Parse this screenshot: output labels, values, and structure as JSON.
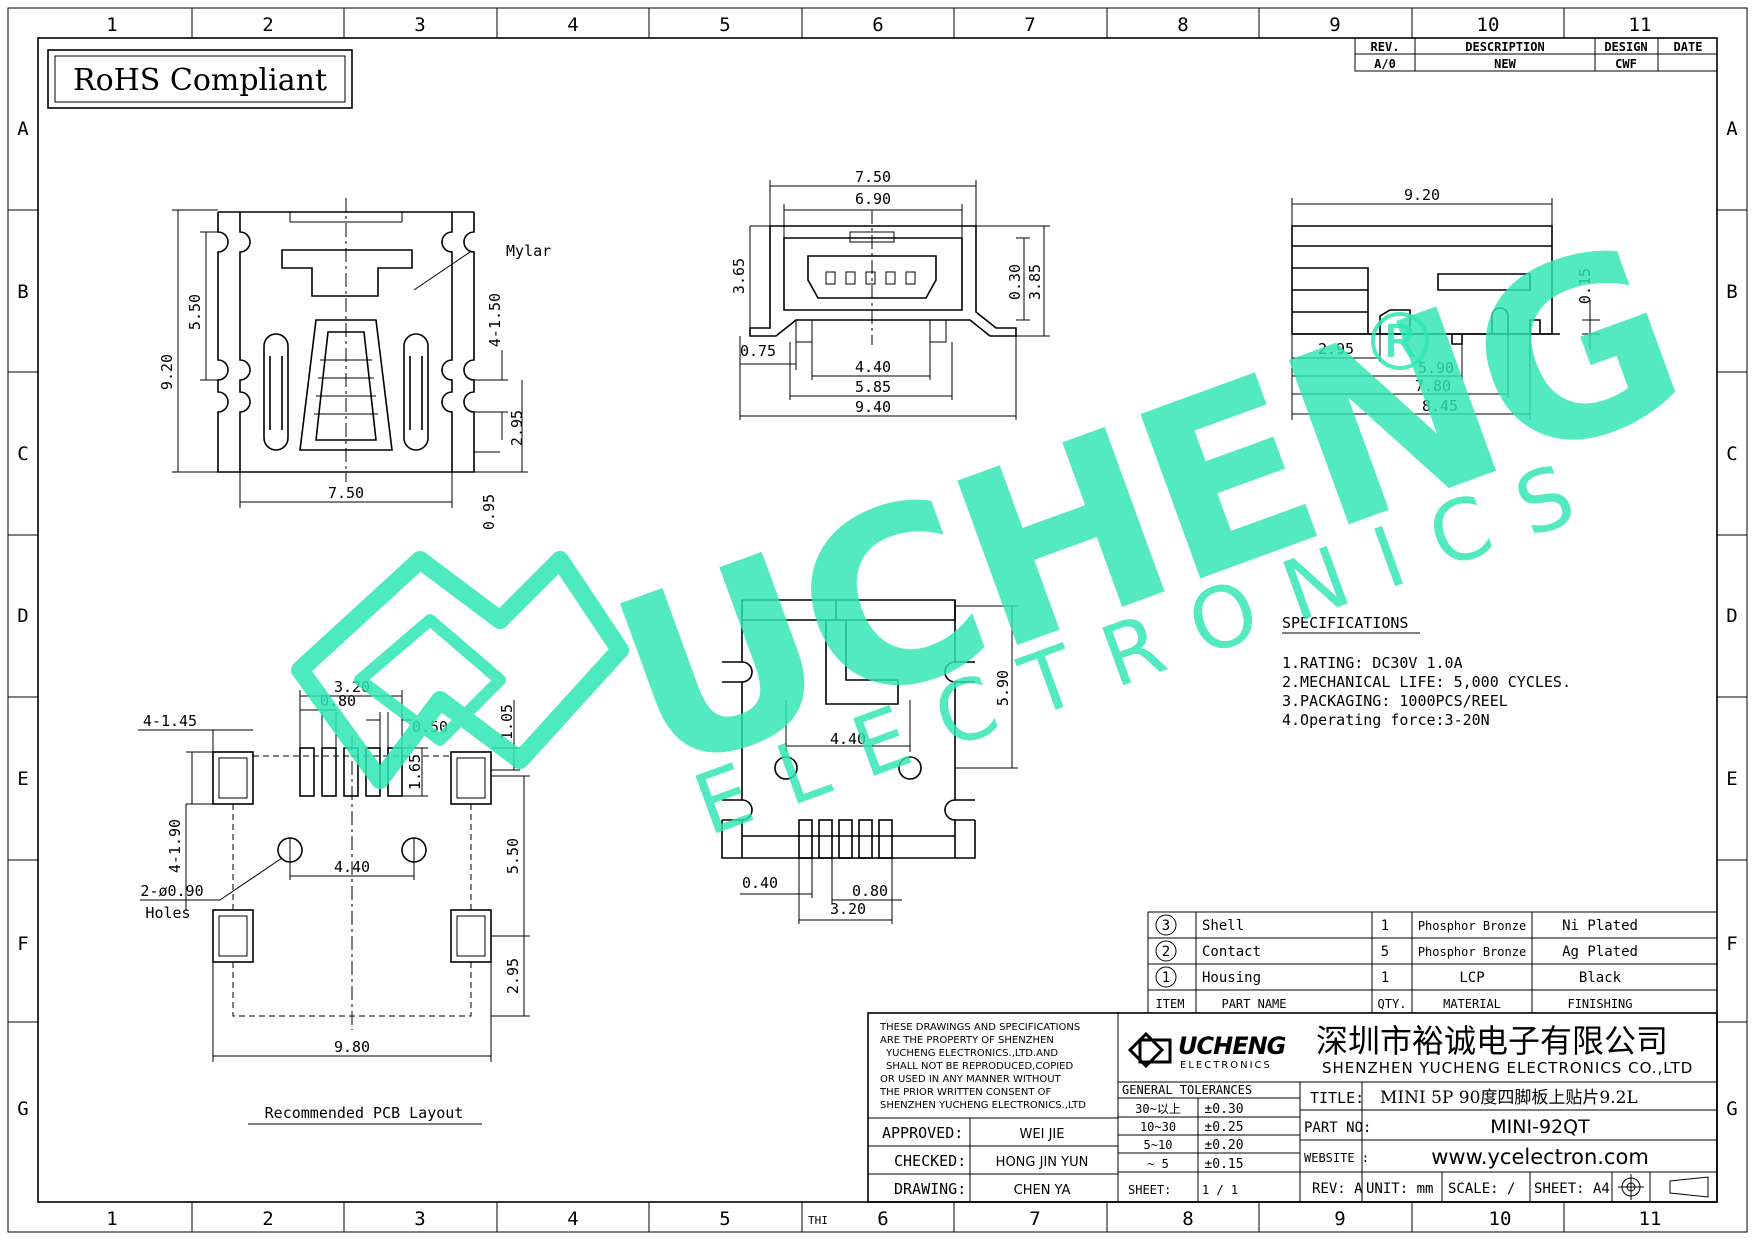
{
  "rohs": "RoHS Compliant",
  "grid": {
    "cols": [
      "1",
      "2",
      "3",
      "4",
      "5",
      "6",
      "7",
      "8",
      "9",
      "10",
      "11"
    ],
    "rows": [
      "A",
      "B",
      "C",
      "D",
      "E",
      "F",
      "G"
    ]
  },
  "revision": {
    "headers": [
      "REV.",
      "DESCRIPTION",
      "DESIGN",
      "DATE"
    ],
    "row": [
      "A/0",
      "NEW",
      "CWF",
      ""
    ]
  },
  "top_view": {
    "dims": [
      "5.50",
      "9.20",
      "4-1.50",
      "2.95",
      "0.95",
      "7.50"
    ],
    "note": "Mylar"
  },
  "front_view": {
    "dims": [
      "7.50",
      "6.90",
      "3.65",
      "0.30",
      "3.85",
      "0.75",
      "4.40",
      "5.85",
      "9.40"
    ]
  },
  "side_view": {
    "dims": [
      "9.20",
      "0.15",
      "2.95",
      "5.90",
      "7.80",
      "8.45"
    ]
  },
  "bottom_view": {
    "dims": [
      "5.90",
      "4.40",
      "0.40",
      "0.80",
      "3.20"
    ]
  },
  "pcb_layout": {
    "dims": [
      "3.20",
      "0.80",
      "0.50",
      "4-1.45",
      "1.05",
      "1.65",
      "4-1.90",
      "4.40",
      "5.50",
      "2.95",
      "9.80"
    ],
    "holes": [
      "2-ø0.90",
      "Holes"
    ],
    "caption": "Recommended PCB Layout"
  },
  "specs": {
    "title": "SPECIFICATIONS",
    "items": [
      "1.RATING: DC30V 1.0A",
      "2.MECHANICAL LIFE: 5,000 CYCLES.",
      "3.PACKAGING: 1000PCS/REEL",
      "4.Operating force:3-20N"
    ]
  },
  "watermark": {
    "brand": "UCHENG",
    "sub": "ELECTRONICS",
    "mark": "®"
  },
  "bom": {
    "rows": [
      [
        "3",
        "Shell",
        "1",
        "Phosphor Bronze",
        "Ni Plated"
      ],
      [
        "2",
        "Contact",
        "5",
        "Phosphor Bronze",
        "Ag Plated"
      ],
      [
        "1",
        "Housing",
        "1",
        "LCP",
        "Black"
      ]
    ],
    "headers": [
      "ITEM",
      "PART NAME",
      "QTY.",
      "MATERIAL",
      "FINISHING"
    ]
  },
  "title_block": {
    "notice": [
      "THESE DRAWINGS AND SPECIFICATIONS",
      "ARE THE PROPERTY OF SHENZHEN",
      "YUCHENG ELECTRONICS.,LTD.AND",
      "SHALL NOT BE REPRODUCED,COPIED",
      "OR USED IN ANY MANNER WITHOUT",
      "THE PRIOR WRITTEN CONSENT OF",
      "SHENZHEN YUCHENG ELECTRONICS.,LTD"
    ],
    "logo": "UCHENG",
    "logo_sub": "ELECTRONICS",
    "company_cn": "深圳市裕诚电子有限公司",
    "company_en": "SHENZHEN YUCHENG ELECTRONICS CO.,LTD",
    "tolerance_title": "GENERAL TOLERANCES",
    "tolerances": [
      [
        "30~以上",
        "±0.30"
      ],
      [
        "10~30",
        "±0.25"
      ],
      [
        "5~10",
        "±0.20"
      ],
      [
        "~ 5",
        "±0.15"
      ]
    ],
    "sheet_label": "SHEET:",
    "sheet_value": "1 / 1",
    "approved_label": "APPROVED:",
    "approved": "WEI JIE",
    "checked_label": "CHECKED:",
    "checked": "HONG JIN YUN",
    "drawing_label": "DRAWING:",
    "drawing": "CHEN YA",
    "title_label": "TITLE:",
    "title": "MINI 5P 90度四脚板上贴片9.2L",
    "part_label": "PART NO:",
    "part_no": "MINI-92QT",
    "website_label": "WEBSITE :",
    "website": "www.ycelectron.com",
    "rev": "REV: A",
    "unit": "UNIT: mm",
    "scale": "SCALE: /",
    "sheet_size": "SHEET: A4",
    "thi": "THI"
  }
}
